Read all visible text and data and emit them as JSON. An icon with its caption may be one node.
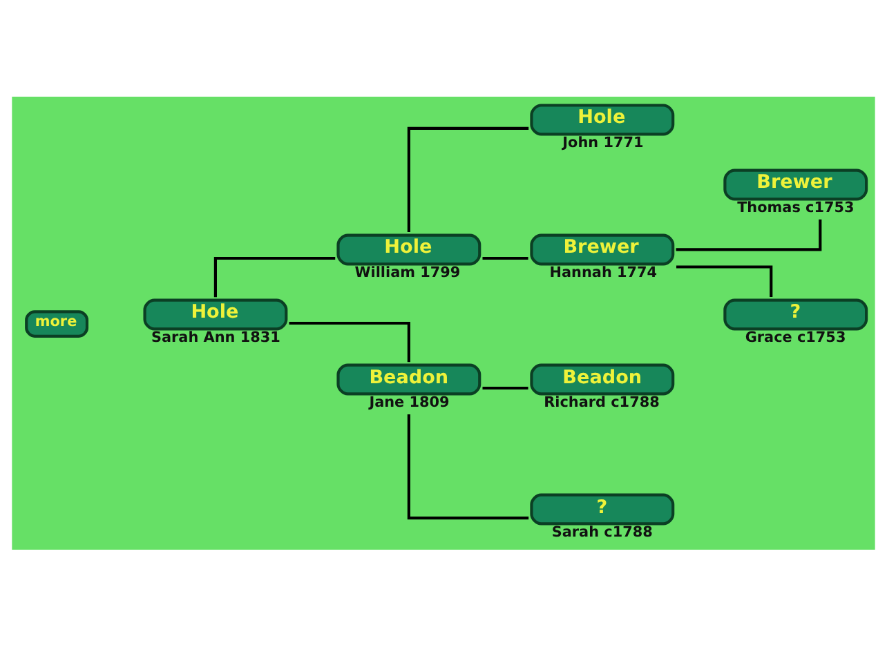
{
  "diagram": {
    "nodes": [
      {
        "text": [
          "more"
        ]
      },
      {
        "text": [
          "Hole"
        ],
        "beside": [
          "Sarah Ann 1831"
        ]
      },
      {
        "text": [
          "Hole"
        ],
        "beside": [
          "William 1799"
        ]
      },
      {
        "text": [
          "Hole"
        ],
        "beside": [
          "John 1771"
        ]
      },
      {
        "text": [
          "Brewer"
        ],
        "beside": [
          "Hannah 1774"
        ]
      },
      {
        "text": [
          "Brewer"
        ],
        "beside": [
          "Thomas c1753"
        ]
      },
      {
        "text": [
          "?"
        ],
        "beside": [
          "Grace c1753"
        ]
      },
      {
        "text": [
          "Beadon"
        ],
        "beside": [
          "Jane 1809"
        ]
      },
      {
        "text": [
          "Beadon"
        ],
        "beside": [
          "Richard c1788"
        ]
      },
      {
        "text": [
          "?"
        ],
        "beside": [
          "Sarah c1788"
        ]
      }
    ],
    "edges": [
      {
        "from": 1,
        "to": 2,
        "arrow": "none"
      },
      {
        "from": 1,
        "to": 7,
        "arrow": "none"
      },
      {
        "from": 2,
        "to": 3,
        "arrow": "none"
      },
      {
        "from": 2,
        "to": 4,
        "arrow": "none"
      },
      {
        "from": 4,
        "to": 5,
        "arrow": "none"
      },
      {
        "from": 4,
        "to": 6,
        "arrow": "none"
      },
      {
        "from": 7,
        "to": 8,
        "arrow": "none"
      },
      {
        "from": 7,
        "to": 9,
        "arrow": "none"
      }
    ]
  }
}
